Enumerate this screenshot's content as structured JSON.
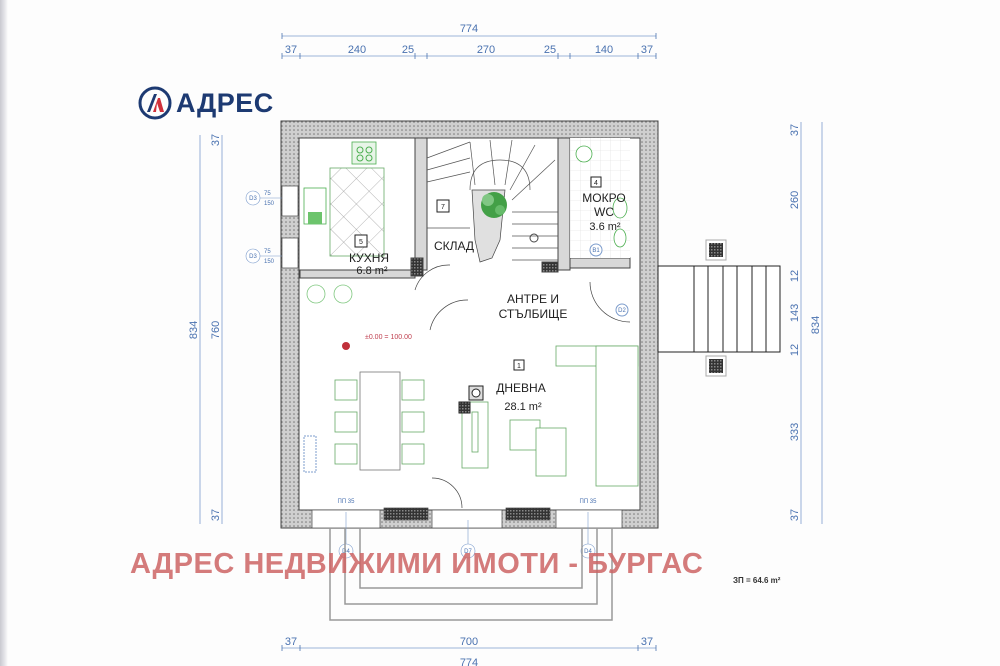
{
  "logo": {
    "text": "АДРЕС",
    "brand_color": "#1d3a72",
    "accent_color": "#d0303a"
  },
  "watermark": {
    "text": "АДРЕС НЕДВИЖИМИ ИМОТИ - БУРГАС",
    "color": "#cd6464"
  },
  "total_area": "ЗП = 64.6 m²",
  "level_mark": "±0.00 = 100.00",
  "dimensions": {
    "top_total": "774",
    "top_segments": [
      "37",
      "240",
      "25",
      "270",
      "25",
      "140",
      "37"
    ],
    "bottom_segments": [
      "37",
      "700",
      "37"
    ],
    "bottom_total": "774",
    "left_total": "834",
    "left_inner": "760",
    "left_top": "37",
    "left_bottom": "37",
    "right_segments": [
      "37",
      "260",
      "12",
      "143",
      "12",
      "333",
      "37"
    ],
    "right_total": "834"
  },
  "rooms": [
    {
      "number": "1",
      "name": "ДНЕВНА",
      "area": "28.1 m²"
    },
    {
      "number": "4",
      "name_line1": "МОКРО",
      "name_line2": "WC",
      "area": "3.6 m²"
    },
    {
      "number": "5",
      "name": "КУХНЯ",
      "area": "6.8 m²"
    },
    {
      "number": "7",
      "name": "СКЛАД"
    },
    {
      "name_line1": "АНТРЕ И",
      "name_line2": "СТЪЛБИЩЕ"
    }
  ],
  "openings": {
    "window_left_1": {
      "id": "D3",
      "w": "75",
      "h": "150"
    },
    "window_left_2": {
      "id": "D3",
      "w": "75",
      "h": "150"
    },
    "window_bottom_label": "ПП 35",
    "window_bottom_id": "D4",
    "door_bottom_id": "D7",
    "door_wc_id": "B1",
    "door_entry_id": "D2"
  }
}
